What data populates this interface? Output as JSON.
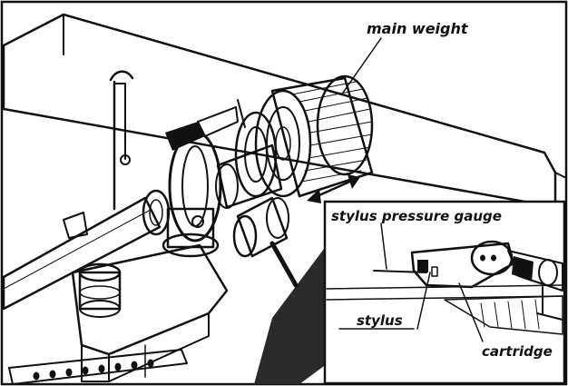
{
  "labels": {
    "main_weight": "main weight",
    "stylus_pressure_gauge": "stylus pressure gauge",
    "stylus": "stylus",
    "cartridge": "cartridge"
  },
  "colors": {
    "ink": "#111111",
    "paper": "#ffffff",
    "shade": "#2a2a2a"
  }
}
